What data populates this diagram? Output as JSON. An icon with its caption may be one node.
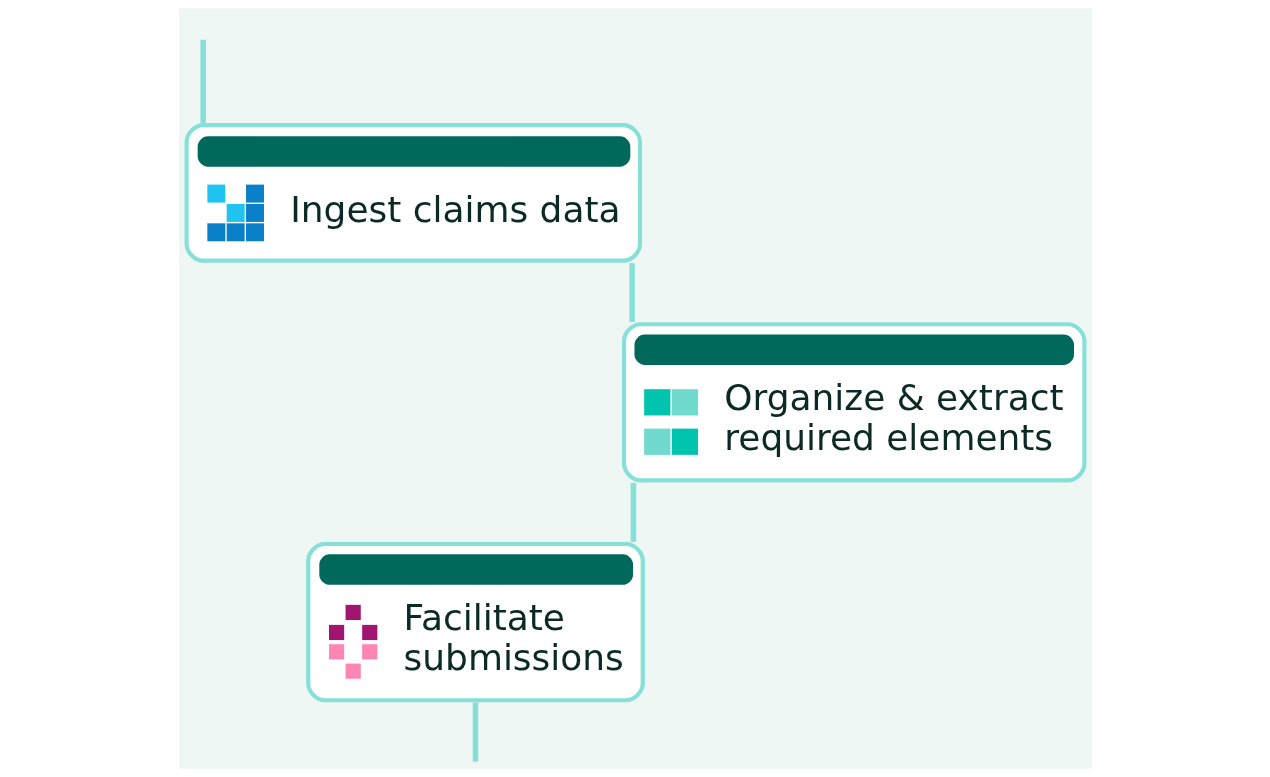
{
  "diagram": {
    "nodes": [
      {
        "text": [
          "Ingest claims data"
        ]
      },
      {
        "text": [
          "Organize & extract required elements"
        ]
      },
      {
        "text": [
          "Facilitate submissions"
        ]
      }
    ],
    "edges": [
      {
        "from": null,
        "to": 0,
        "arrow": "none"
      },
      {
        "from": 0,
        "to": 1,
        "arrow": "none"
      },
      {
        "from": 1,
        "to": 2,
        "arrow": "none"
      },
      {
        "from": 2,
        "to": null,
        "arrow": "none"
      }
    ]
  }
}
